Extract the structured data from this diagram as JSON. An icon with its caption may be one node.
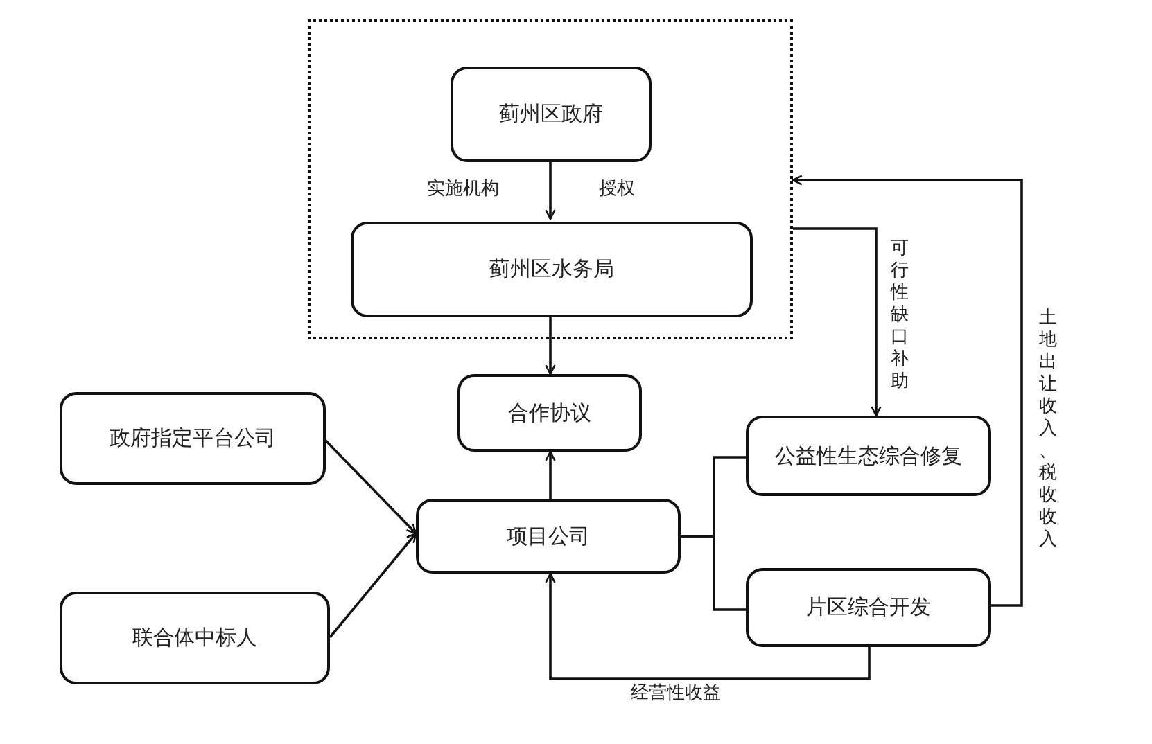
{
  "diagram": {
    "nodes": [
      {
        "text": [],
        "shape": "box"
      },
      {
        "text": [
          "蓟州区政府"
        ],
        "in": 0
      },
      {
        "text": [
          "蓟州区水务局"
        ],
        "in": 0
      },
      {
        "text": [
          "合作协议"
        ]
      },
      {
        "text": [
          "政府指定平台公司"
        ]
      },
      {
        "text": [
          "项目公司"
        ]
      },
      {
        "text": [
          "公益性生态综合修复"
        ]
      },
      {
        "text": [
          "联合体中标人"
        ]
      },
      {
        "text": [
          "片区综合开发"
        ]
      }
    ],
    "edges": [
      {
        "from": 1,
        "to": 2,
        "arrow": "to"
      },
      {
        "from": 2,
        "to": 3,
        "arrow": "to"
      },
      {
        "from": 0,
        "to": 6,
        "arrow": "to",
        "label": "可行性缺口补助"
      },
      {
        "from": 8,
        "to": 0,
        "arrow": "to",
        "label": "土地出让收入、税收收入"
      },
      {
        "from": 4,
        "to": 5,
        "arrow": "to"
      },
      {
        "from": 7,
        "to": 5,
        "arrow": "to"
      },
      {
        "from": 5,
        "to": 3,
        "arrow": "to"
      },
      {
        "from": 5,
        "to": 6,
        "arrow": "none"
      },
      {
        "from": 5,
        "to": 8,
        "arrow": "none"
      },
      {
        "from": 8,
        "to": 5,
        "arrow": "to",
        "label": "经营性收益"
      }
    ],
    "labels": [
      "实施机构",
      "授权"
    ]
  }
}
